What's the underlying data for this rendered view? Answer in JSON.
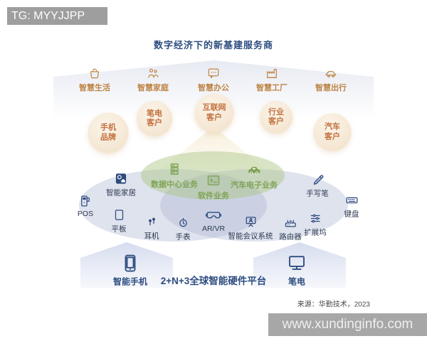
{
  "badge": {
    "text": "TG: MYYJJPP"
  },
  "title": "数字经济下的新基建服务商",
  "scenes": {
    "items": [
      {
        "label": "智慧生活",
        "icon": "bag-icon"
      },
      {
        "label": "智慧家庭",
        "icon": "family-icon"
      },
      {
        "label": "智慧办公",
        "icon": "office-chat-icon"
      },
      {
        "label": "智慧工厂",
        "icon": "factory-icon"
      },
      {
        "label": "智慧出行",
        "icon": "car-outline-icon"
      }
    ]
  },
  "customers": {
    "items": [
      {
        "label": "手机品牌"
      },
      {
        "label": "笔电客户"
      },
      {
        "label": "互联网客户"
      },
      {
        "label": "行业客户"
      },
      {
        "label": "汽车客户"
      }
    ]
  },
  "businesses": {
    "items": [
      {
        "label": "数据中心业务",
        "icon": "server-icon"
      },
      {
        "label": "软件业务",
        "icon": "terminal-icon"
      },
      {
        "label": "汽车电子业务",
        "icon": "car-filled-icon"
      }
    ]
  },
  "devices": {
    "items": [
      {
        "label": "智能家居",
        "icon": "smart-home-icon"
      },
      {
        "label": "POS",
        "icon": "pos-icon"
      },
      {
        "label": "平板",
        "icon": "tablet-icon"
      },
      {
        "label": "耳机",
        "icon": "earbuds-icon"
      },
      {
        "label": "手表",
        "icon": "watch-icon"
      },
      {
        "label": "AR/VR",
        "icon": "vr-goggles-icon"
      },
      {
        "label": "智能会议系统",
        "icon": "conference-screen-icon"
      },
      {
        "label": "路由器",
        "icon": "router-icon"
      },
      {
        "label": "扩展坞",
        "icon": "dock-icon"
      },
      {
        "label": "手写笔",
        "icon": "stylus-icon"
      },
      {
        "label": "键盘",
        "icon": "keyboard-icon"
      }
    ]
  },
  "platform": {
    "left": {
      "label": "智能手机",
      "icon": "smartphone-icon"
    },
    "center_label": "2+N+3全球智能硬件平台",
    "right": {
      "label": "笔电",
      "icon": "monitor-icon"
    }
  },
  "source": "来源：华勤技术，2023",
  "footer": {
    "watermark": "www.xundinginfo.com"
  },
  "colors": {
    "scene_orange": "#c08848",
    "customer_text": "#c2703d",
    "customer_circle": "#f6e9d7",
    "business_green": "#7fa356",
    "device_navy": "#2d4a7e",
    "ellipse_blue": "#aab6d3",
    "ellipse_green": "#a9c47e",
    "arrow_fill": "#d5dcee",
    "footer_gray": "#a7a7a7",
    "badge_gray": "#9e9e9e"
  }
}
